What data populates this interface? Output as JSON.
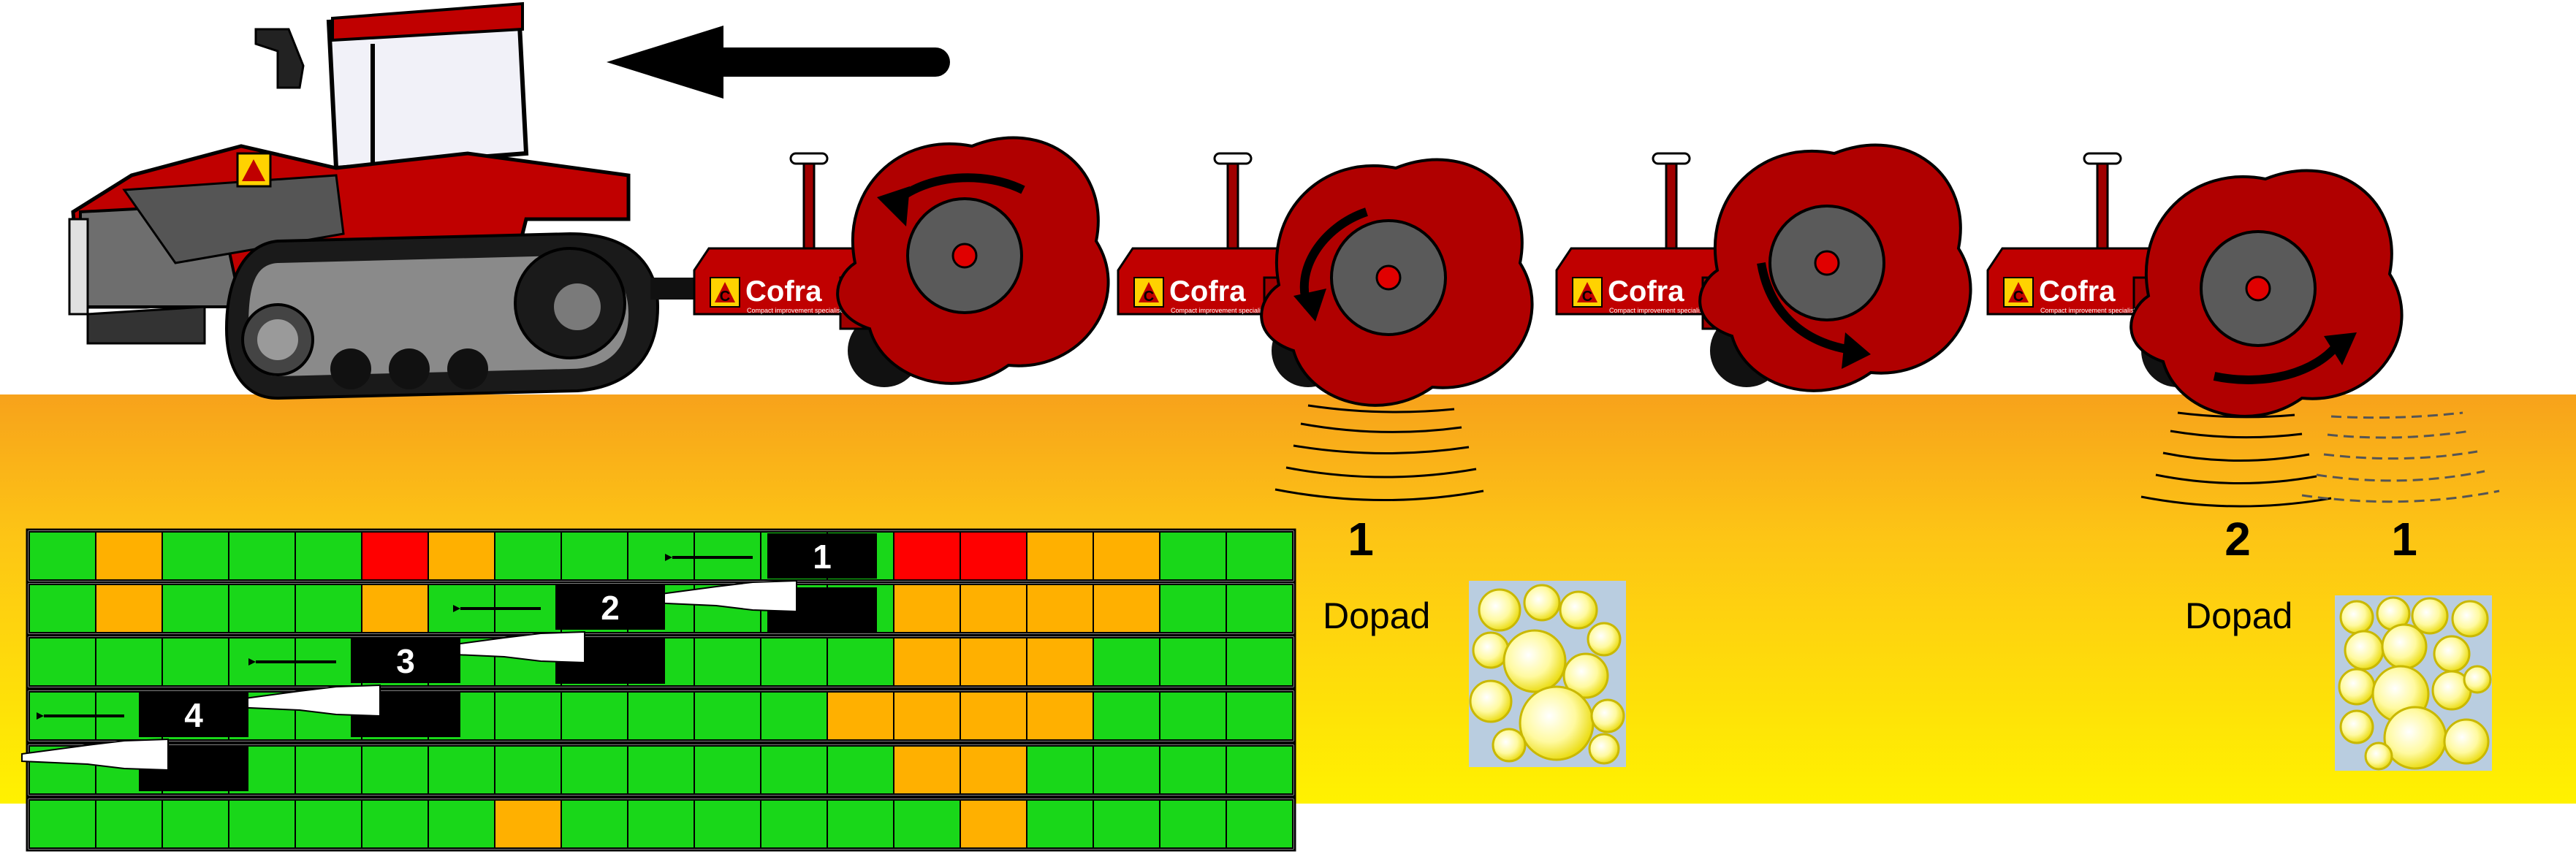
{
  "brand": {
    "name": "Cofra",
    "tagline": "Compact improvement specialists",
    "badge": "C",
    "colors": {
      "machine_red": "#c00000",
      "drum_red": "#b00000",
      "drum_dark": "#600000",
      "wheel_grey": "#5a5a5a",
      "ground_top": "#f7a21b",
      "ground_bottom": "#fff200",
      "cell_green": "#19d719",
      "cell_orange": "#ffb000",
      "cell_red": "#ff0000",
      "badge_yellow": "#ffd200"
    }
  },
  "icons": {
    "direction": "arrow-left-icon",
    "rotation": "curved-arrow-icon",
    "tractor": "tractor-icon",
    "soil": "soil-particles-icon"
  },
  "labels": {
    "left_impact_number": "1",
    "left_compaction_label": "Dopad",
    "right_impact_number_a": "2",
    "right_impact_number_b": "1",
    "right_compaction_label": "Dopad"
  },
  "grid": {
    "rows": [
      [
        "g",
        "o",
        "g",
        "g",
        "g",
        "r",
        "o",
        "g",
        "g",
        "g",
        "g",
        "g",
        "g",
        "r",
        "r",
        "o",
        "o",
        "g",
        "g"
      ],
      [
        "g",
        "o",
        "g",
        "g",
        "g",
        "o",
        "g",
        "g",
        "g",
        "g",
        "g",
        "g",
        "g",
        "o",
        "o",
        "o",
        "o",
        "g",
        "g"
      ],
      [
        "g",
        "g",
        "g",
        "g",
        "g",
        "g",
        "g",
        "g",
        "g",
        "g",
        "g",
        "g",
        "g",
        "o",
        "o",
        "o",
        "g",
        "g",
        "g"
      ],
      [
        "g",
        "g",
        "g",
        "g",
        "g",
        "g",
        "g",
        "g",
        "g",
        "g",
        "g",
        "g",
        "o",
        "o",
        "o",
        "o",
        "g",
        "g",
        "g"
      ],
      [
        "g",
        "g",
        "g",
        "g",
        "g",
        "g",
        "g",
        "g",
        "g",
        "g",
        "g",
        "g",
        "g",
        "o",
        "o",
        "g",
        "g",
        "g",
        "g"
      ],
      [
        "g",
        "g",
        "g",
        "g",
        "g",
        "g",
        "g",
        "o",
        "g",
        "g",
        "g",
        "g",
        "g",
        "g",
        "o",
        "g",
        "g",
        "g",
        "g"
      ]
    ],
    "passes": [
      {
        "number": "1"
      },
      {
        "number": "2"
      },
      {
        "number": "3"
      },
      {
        "number": "4"
      }
    ]
  }
}
